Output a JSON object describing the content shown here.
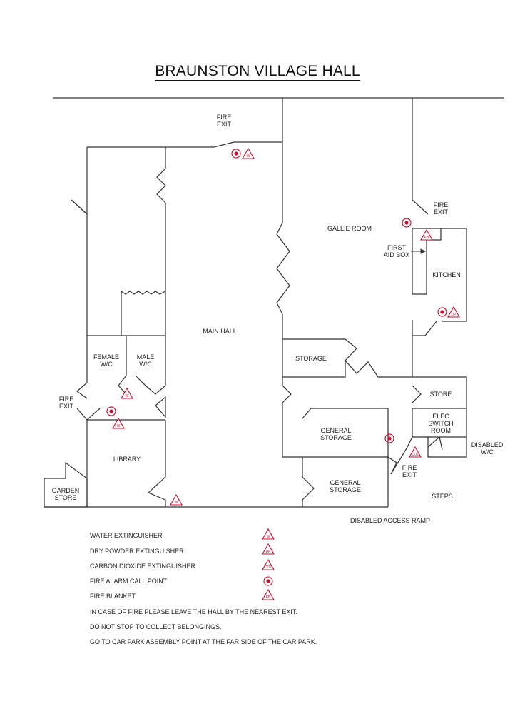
{
  "title": "BRAUNSTON VILLAGE HALL",
  "colors": {
    "walls": "#333333",
    "fire_symbols": "#c8102e"
  },
  "rooms": {
    "main_hall": "MAIN HALL",
    "gallie_room": "GALLIE ROOM",
    "kitchen": "KITCHEN",
    "storage": "STORAGE",
    "general_storage_1": [
      "GENERAL",
      "STORAGE"
    ],
    "general_storage_2": [
      "GENERAL",
      "STORAGE"
    ],
    "store": "STORE",
    "elec_switch_room": [
      "ELEC",
      "SWITCH",
      "ROOM"
    ],
    "disabled_wc": [
      "DISABLED",
      "W/C"
    ],
    "female_wc": [
      "FEMALE",
      "W/C"
    ],
    "male_wc": [
      "MALE",
      "W/C"
    ],
    "library": "LIBRARY",
    "garden_store": [
      "GARDEN",
      "STORE"
    ],
    "first_aid_box": [
      "FIRST",
      "AID BOX"
    ]
  },
  "exits": {
    "top": [
      "FIRE",
      "EXIT"
    ],
    "right": [
      "FIRE",
      "EXIT"
    ],
    "left": [
      "FIRE",
      "EXIT"
    ],
    "bottom": [
      "FIRE",
      "EXIT"
    ]
  },
  "outside": {
    "steps": "STEPS",
    "ramp": "DISABLED ACCESS RAMP"
  },
  "symbol_codes": {
    "water": "W",
    "dry_powder": "DP",
    "co2": "CO2",
    "blanket": "FB"
  },
  "legend": [
    {
      "label": "WATER EXTINGUISHER",
      "icon": "water-extinguisher-icon",
      "code": "W"
    },
    {
      "label": "DRY POWDER EXTINGUISHER",
      "icon": "dry-powder-extinguisher-icon",
      "code": "DP"
    },
    {
      "label": "CARBON DIOXIDE EXTINGUISHER",
      "icon": "co2-extinguisher-icon",
      "code": "CO2"
    },
    {
      "label": "FIRE ALARM CALL POINT",
      "icon": "fire-alarm-icon",
      "code": ""
    },
    {
      "label": "FIRE BLANKET",
      "icon": "fire-blanket-icon",
      "code": "FB"
    }
  ],
  "notes": [
    "IN CASE OF FIRE PLEASE LEAVE THE HALL BY THE NEAREST EXIT.",
    "DO NOT STOP TO COLLECT BELONGINGS.",
    "GO TO CAR PARK ASSEMBLY POINT AT THE FAR SIDE OF THE CAR PARK."
  ]
}
